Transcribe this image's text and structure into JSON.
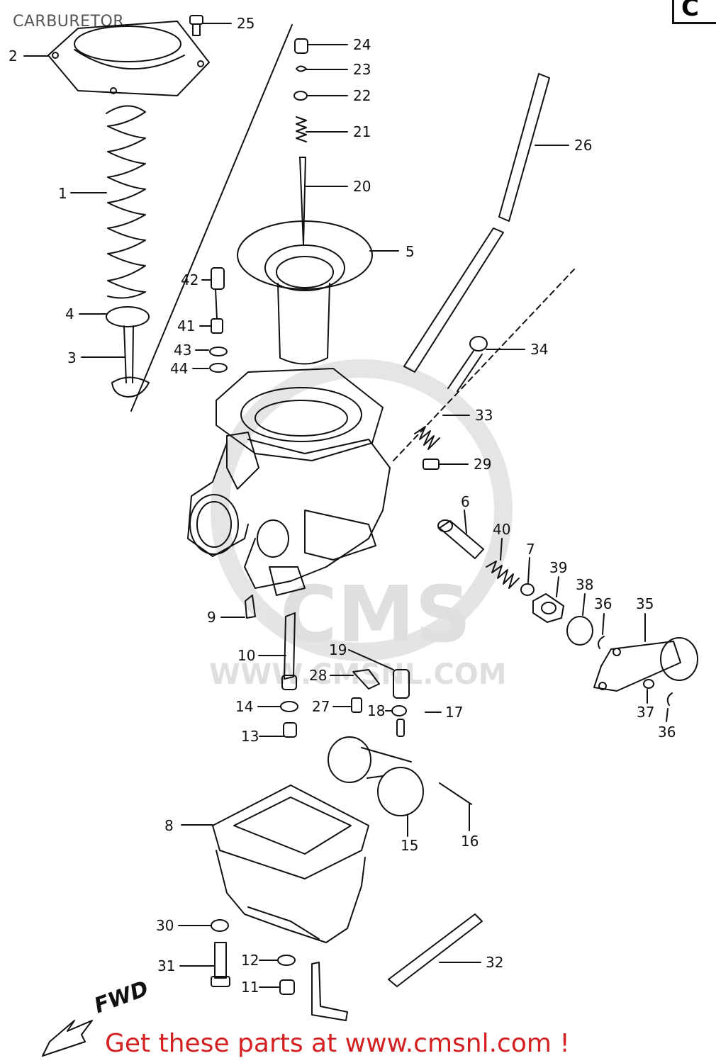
{
  "page": {
    "title": "CARBURETOR",
    "section_badge": "C",
    "footer_link": "Get these parts at www.cmsnl.com !",
    "direction_label": "FWD",
    "watermark": {
      "brand": "CMS",
      "url": "WWW.CMSNL.COM"
    }
  },
  "callouts": [
    {
      "id": "c1",
      "label": "1"
    },
    {
      "id": "c2",
      "label": "2"
    },
    {
      "id": "c3",
      "label": "3"
    },
    {
      "id": "c4",
      "label": "4"
    },
    {
      "id": "c5",
      "label": "5"
    },
    {
      "id": "c6",
      "label": "6"
    },
    {
      "id": "c7",
      "label": "7"
    },
    {
      "id": "c8",
      "label": "8"
    },
    {
      "id": "c9",
      "label": "9"
    },
    {
      "id": "c10",
      "label": "10"
    },
    {
      "id": "c11",
      "label": "11"
    },
    {
      "id": "c12",
      "label": "12"
    },
    {
      "id": "c13",
      "label": "13"
    },
    {
      "id": "c14",
      "label": "14"
    },
    {
      "id": "c15",
      "label": "15"
    },
    {
      "id": "c16",
      "label": "16"
    },
    {
      "id": "c17",
      "label": "17"
    },
    {
      "id": "c18",
      "label": "18"
    },
    {
      "id": "c19",
      "label": "19"
    },
    {
      "id": "c20",
      "label": "20"
    },
    {
      "id": "c21",
      "label": "21"
    },
    {
      "id": "c22",
      "label": "22"
    },
    {
      "id": "c23",
      "label": "23"
    },
    {
      "id": "c24",
      "label": "24"
    },
    {
      "id": "c25",
      "label": "25"
    },
    {
      "id": "c26",
      "label": "26"
    },
    {
      "id": "c27",
      "label": "27"
    },
    {
      "id": "c28",
      "label": "28"
    },
    {
      "id": "c29",
      "label": "29"
    },
    {
      "id": "c30",
      "label": "30"
    },
    {
      "id": "c31",
      "label": "31"
    },
    {
      "id": "c32",
      "label": "32"
    },
    {
      "id": "c33",
      "label": "33"
    },
    {
      "id": "c34",
      "label": "34"
    },
    {
      "id": "c35",
      "label": "35"
    },
    {
      "id": "c36a",
      "label": "36"
    },
    {
      "id": "c36b",
      "label": "36"
    },
    {
      "id": "c37",
      "label": "37"
    },
    {
      "id": "c38",
      "label": "38"
    },
    {
      "id": "c39",
      "label": "39"
    },
    {
      "id": "c40",
      "label": "40"
    },
    {
      "id": "c41",
      "label": "41"
    },
    {
      "id": "c42",
      "label": "42"
    },
    {
      "id": "c43",
      "label": "43"
    },
    {
      "id": "c44",
      "label": "44"
    }
  ],
  "colors": {
    "line": "#111111",
    "title": "#555555",
    "footer": "#d42020",
    "watermark": "#dcdcdc"
  }
}
